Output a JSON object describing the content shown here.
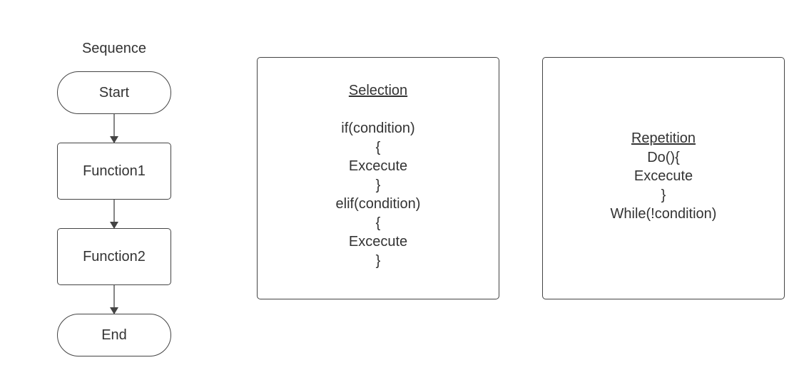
{
  "sequence": {
    "title": "Sequence",
    "nodes": {
      "start": "Start",
      "function1": "Function1",
      "function2": "Function2",
      "end": "End"
    }
  },
  "selection": {
    "heading": "Selection",
    "lines": [
      "if(condition)",
      "{",
      "Excecute",
      "}",
      "elif(condition)",
      "{",
      "Excecute",
      "}"
    ]
  },
  "repetition": {
    "heading": "Repetition",
    "lines": [
      "Do(){",
      "Excecute",
      "}",
      "While(!condition)"
    ]
  }
}
